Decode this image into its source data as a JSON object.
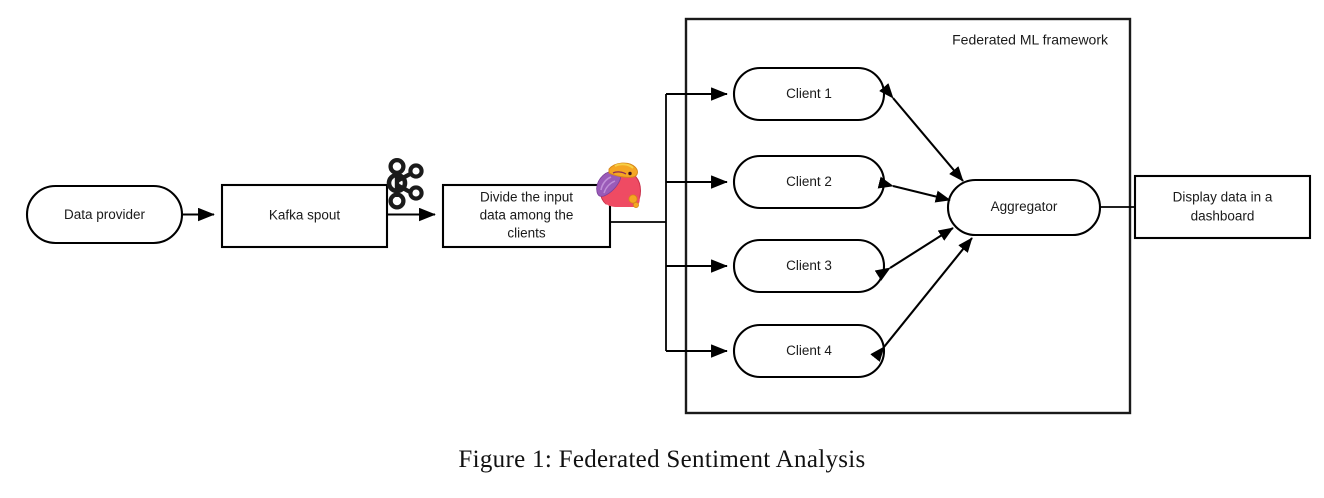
{
  "figure": {
    "caption": "Figure 1: Federated Sentiment Analysis"
  },
  "diagram": {
    "type": "flow-diagram",
    "nodes": {
      "data_provider": {
        "label": "Data provider",
        "shape": "stadium"
      },
      "kafka_spout": {
        "label": "Kafka spout",
        "shape": "rectangle"
      },
      "divide_input": {
        "label": "Divide the input data among the clients",
        "line1": "Divide the input",
        "line2": "data among the",
        "line3": "clients",
        "shape": "rectangle"
      },
      "client_1": {
        "label": "Client 1",
        "shape": "stadium"
      },
      "client_2": {
        "label": "Client 2",
        "shape": "stadium"
      },
      "client_3": {
        "label": "Client 3",
        "shape": "stadium"
      },
      "client_4": {
        "label": "Client 4",
        "shape": "stadium"
      },
      "aggregator": {
        "label": "Aggregator",
        "shape": "stadium"
      },
      "dashboard": {
        "label": "Display data in a dashboard",
        "line1": "Display data in a",
        "line2": "dashboard",
        "shape": "rectangle"
      }
    },
    "group": {
      "label": "Federated ML framework"
    },
    "icons": {
      "kafka": "kafka-logo-icon",
      "storm": "apache-storm-logo-icon"
    },
    "colors": {
      "stroke": "#000000",
      "fill": "#ffffff",
      "storm_body": "#ef4b63",
      "storm_wing": "#9a5bb8",
      "storm_crest": "#f5a623",
      "storm_accent": "#f7d046"
    }
  }
}
